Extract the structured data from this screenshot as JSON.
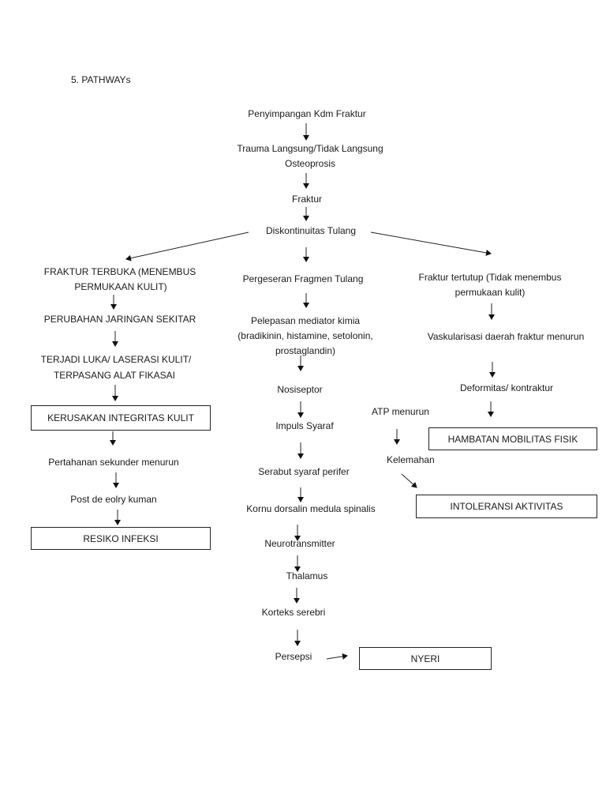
{
  "heading": "5. PATHWAYs",
  "center": {
    "penyimpangan": "Penyimpangan Kdm Fraktur",
    "trauma": "Trauma Langsung/Tidak Langsung",
    "osteoprosis": "Osteoprosis",
    "fraktur": "Fraktur",
    "diskontinuitas": "Diskontinuitas Tulang",
    "pergeseran": "Pergeseran Fragmen Tulang",
    "pelepasan_1": "Pelepasan mediator kimia",
    "pelepasan_2": "(bradikinin, histamine, setolonin,",
    "pelepasan_3": "prostaglandin)",
    "nosiseptor": "Nosiseptor",
    "impuls": "Impuls Syaraf",
    "serabut": "Serabut syaraf perifer",
    "kornu": "Kornu dorsalin medula spinalis",
    "neurotransmitter": "Neurotransmitter",
    "thalamus": "Thalamus",
    "korteks": "Korteks serebri",
    "persepsi": "Persepsi",
    "nyeri_box": "NYERI"
  },
  "left": {
    "fraktur_terbuka_1": "FRAKTUR TERBUKA (MENEMBUS",
    "fraktur_terbuka_2": "PERMUKAAN KULIT)",
    "perubahan": "PERUBAHAN JARINGAN SEKITAR",
    "luka_1": "TERJADI LUKA/ LASERASI KULIT/",
    "luka_2": "TERPASANG ALAT FIKASAI",
    "kerusakan_box": "KERUSAKAN INTEGRITAS KULIT",
    "pertahanan": "Pertahanan sekunder menurun",
    "post": "Post de eolry kuman",
    "resiko_box": "RESIKO INFEKSI"
  },
  "right": {
    "fraktur_tertutup_1": "Fraktur tertutup (Tidak menembus",
    "fraktur_tertutup_2": "permukaan kulit)",
    "vaskularisasi": "Vaskularisasi daerah fraktur menurun",
    "deformitas": "Deformitas/ kontraktur",
    "hambatan_box": "HAMBATAN MOBILITAS FISIK",
    "atp": "ATP menurun",
    "kelemahan": "Kelemahan",
    "intoleransi_box": "INTOLERANSI AKTIVITAS"
  }
}
